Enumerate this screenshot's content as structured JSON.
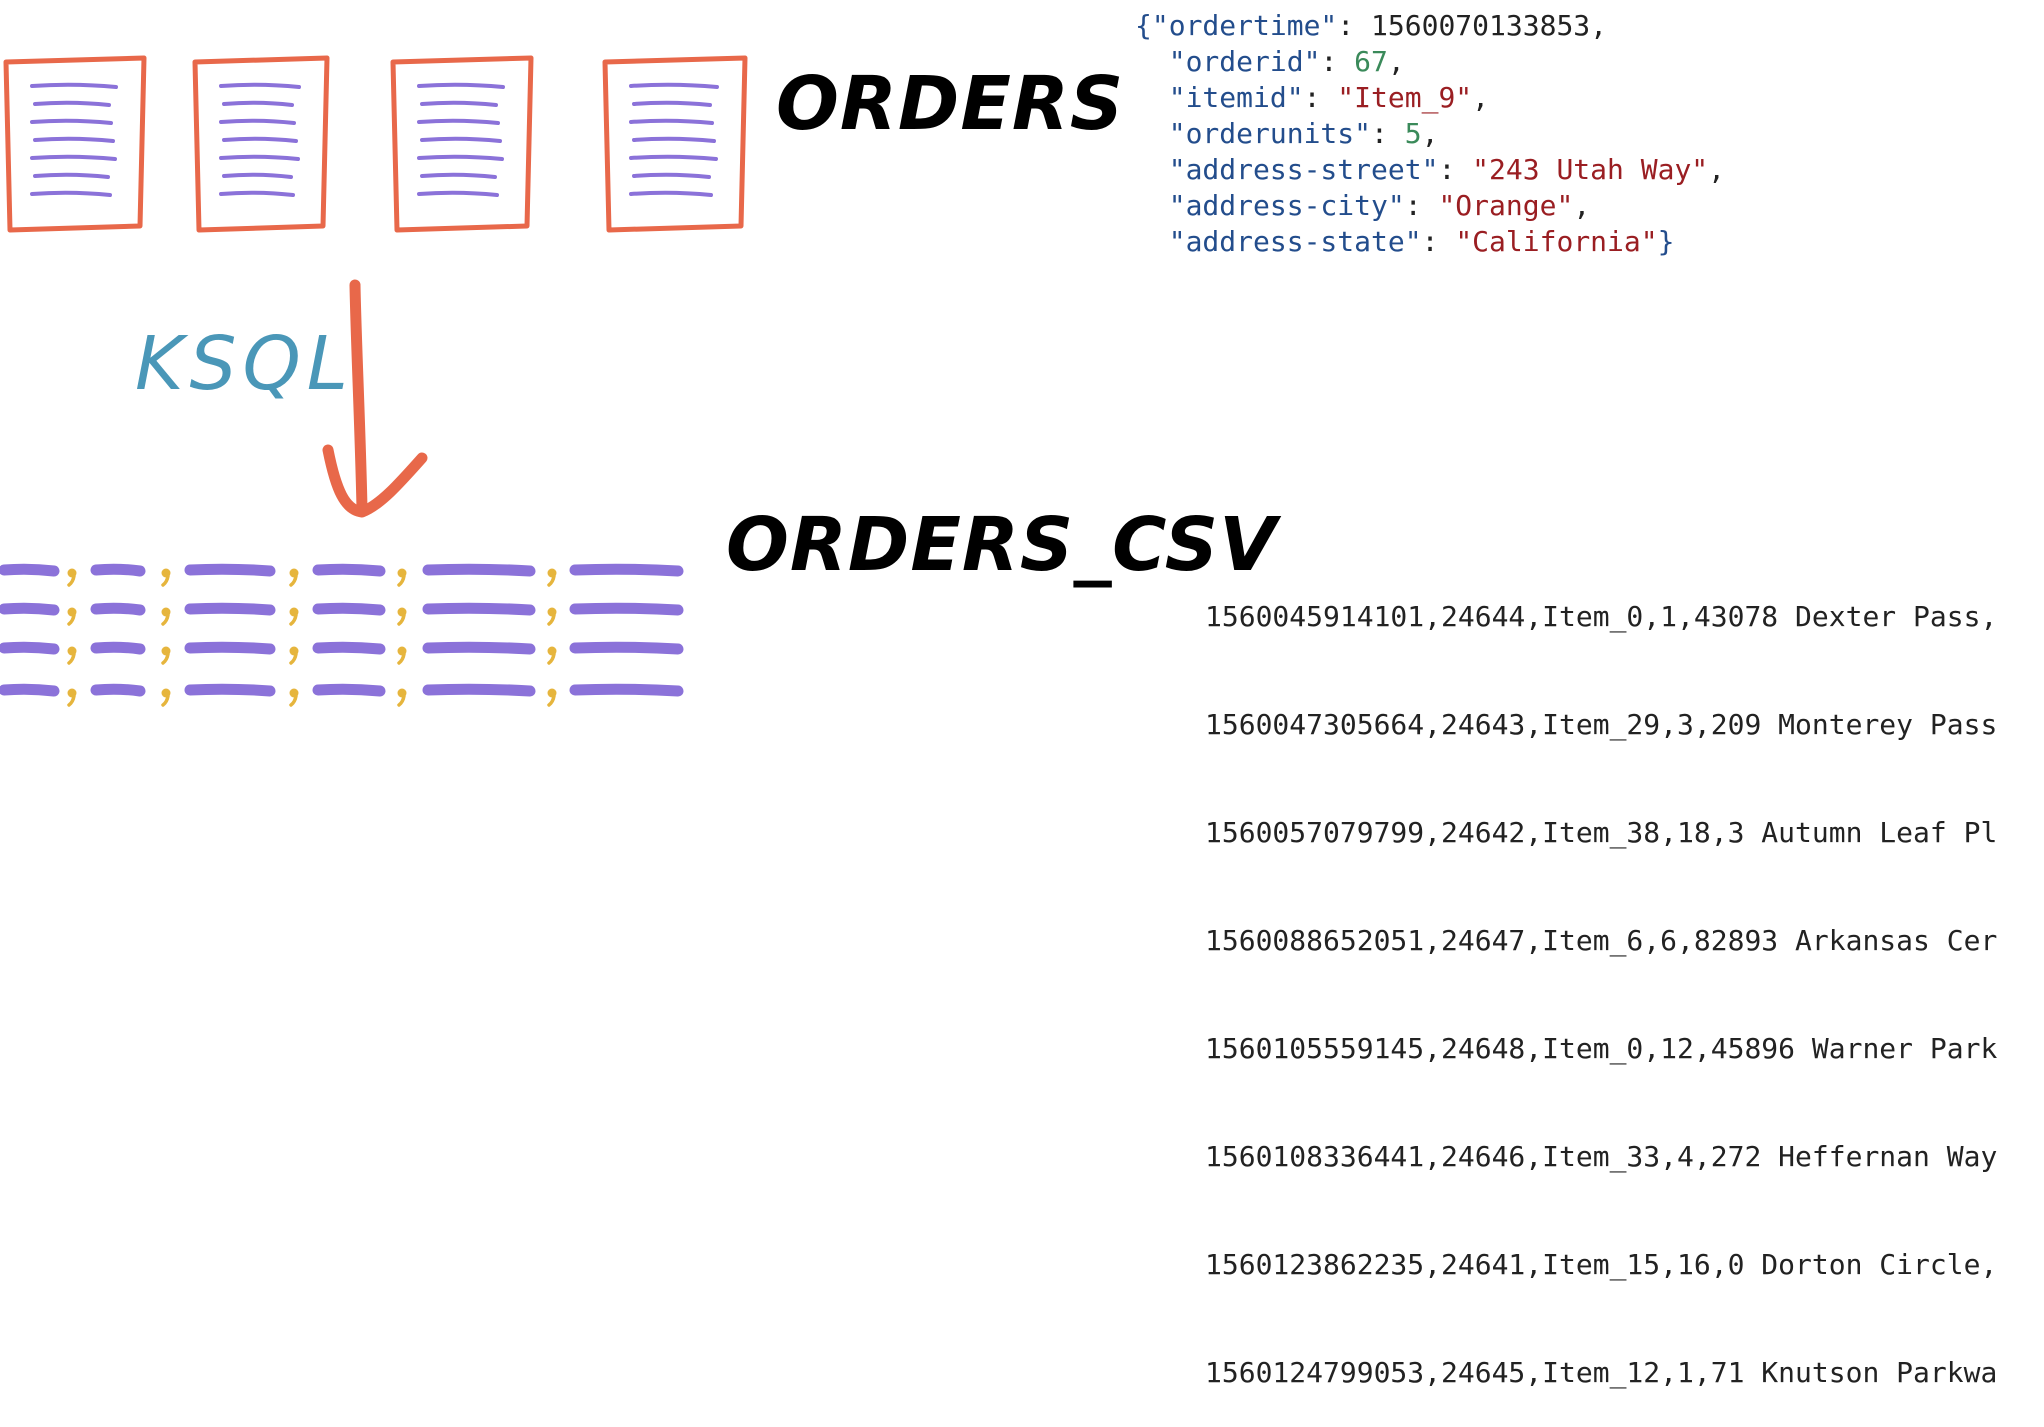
{
  "headings": {
    "orders": "ORDERS",
    "orders_csv": "ORDERS_CSV"
  },
  "arrow_label": "KSQL",
  "json_record": {
    "ordertime": "1560070133853",
    "orderid": "67",
    "itemid": "\"Item_9\"",
    "orderunits": "5",
    "address_street": "\"243 Utah Way\"",
    "address_city": "\"Orange\"",
    "address_state": "\"California\""
  },
  "json_keys": {
    "ordertime": "\"ordertime\"",
    "orderid": "\"orderid\"",
    "itemid": "\"itemid\"",
    "orderunits": "\"orderunits\"",
    "address_street": "\"address-street\"",
    "address_city": "\"address-city\"",
    "address_state": "\"address-state\""
  },
  "csv_rows": [
    "1560045914101,24644,Item_0,1,43078 Dexter Pass,",
    "1560047305664,24643,Item_29,3,209 Monterey Pass",
    "1560057079799,24642,Item_38,18,3 Autumn Leaf Pl",
    "1560088652051,24647,Item_6,6,82893 Arkansas Cer",
    "1560105559145,24648,Item_0,12,45896 Warner Park",
    "1560108336441,24646,Item_33,4,272 Heffernan Way",
    "1560123862235,24641,Item_15,16,0 Dorton Circle,",
    "1560124799053,24645,Item_12,1,71 Knutson Parkwa"
  ],
  "colors": {
    "document_outline": "#e8684a",
    "document_lines": "#8b72d9",
    "arrow": "#e8684a",
    "ksql_text": "#4a97b8",
    "csv_bars": "#8b72d9",
    "csv_commas": "#e6b53d",
    "json_key": "#234d8c",
    "json_string": "#9a1e22",
    "json_number": "#3a8a5a"
  },
  "icons": {
    "documents": "document-icon",
    "arrow": "arrow-down-icon",
    "table": "csv-table-icon"
  }
}
